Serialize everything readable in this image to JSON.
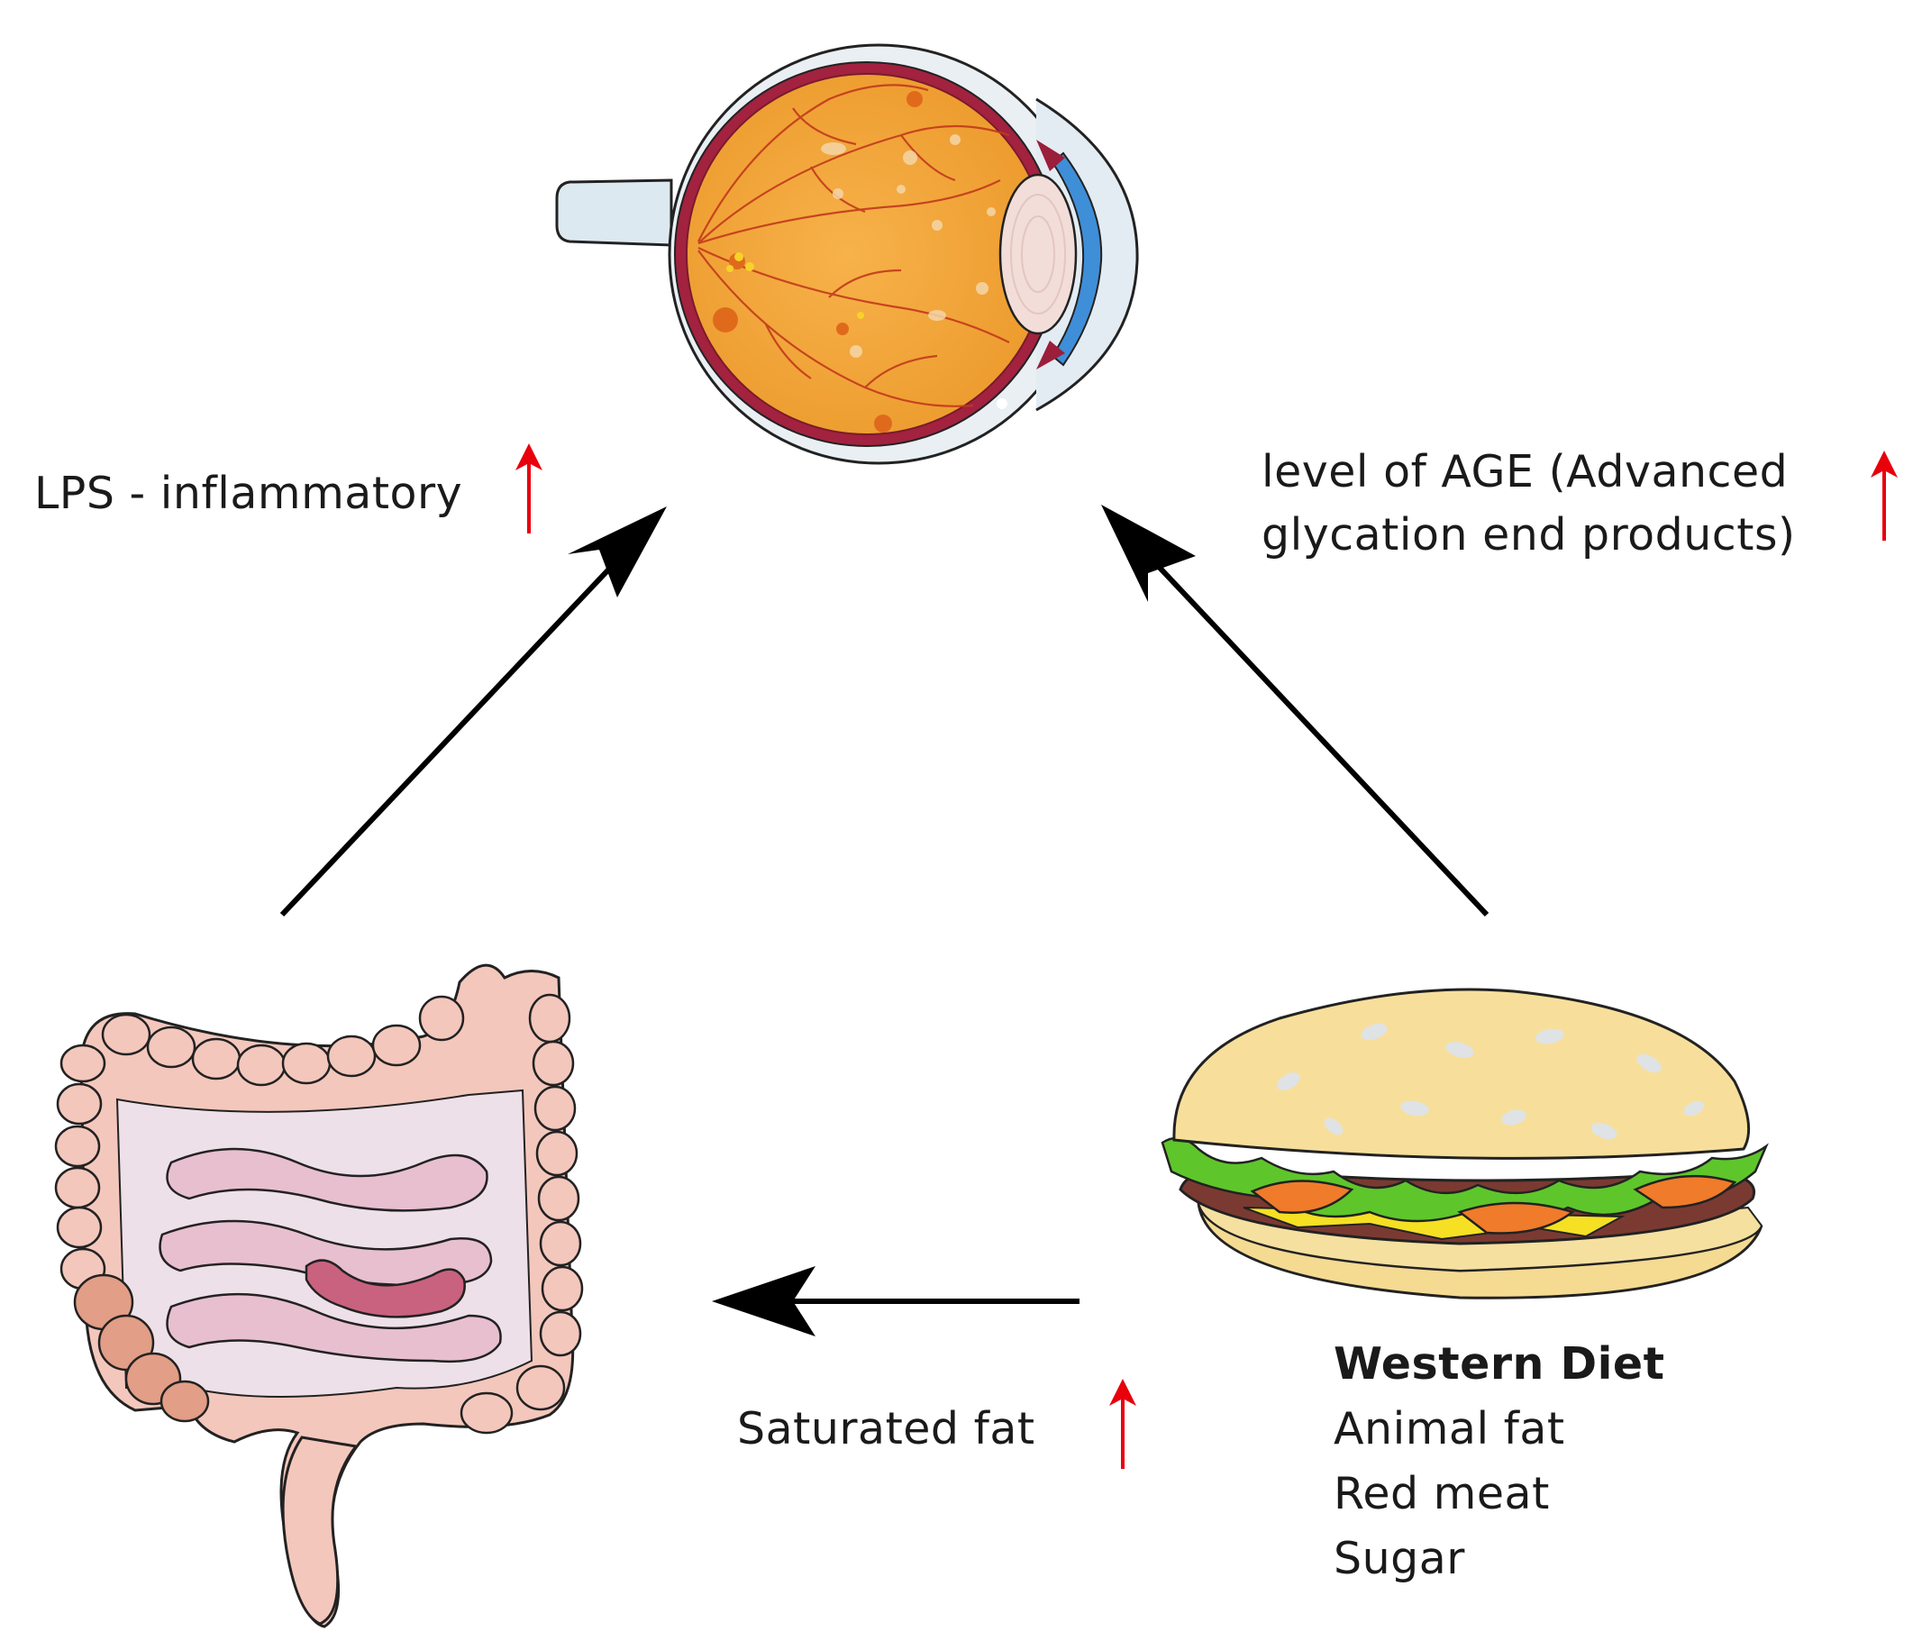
{
  "labels": {
    "lps": "LPS - inflammatory",
    "age_line1": "level of AGE (Advanced",
    "age_line2": "glycation end products)",
    "saturated_fat": "Saturated fat"
  },
  "western_diet": {
    "title": "Western Diet",
    "items": [
      "Animal fat",
      "Red meat",
      "Sugar"
    ]
  },
  "colors": {
    "arrow": "#000000",
    "increase_arrow": "#e8000b",
    "retina": "#f0a637",
    "intestine": "#f4c7bc",
    "bun": "#f7df9b"
  },
  "icons": {
    "eye": "eye-retina-illustration",
    "intestine": "intestine-illustration",
    "burger": "burger-illustration",
    "increase": "red-up-arrow-icon"
  }
}
